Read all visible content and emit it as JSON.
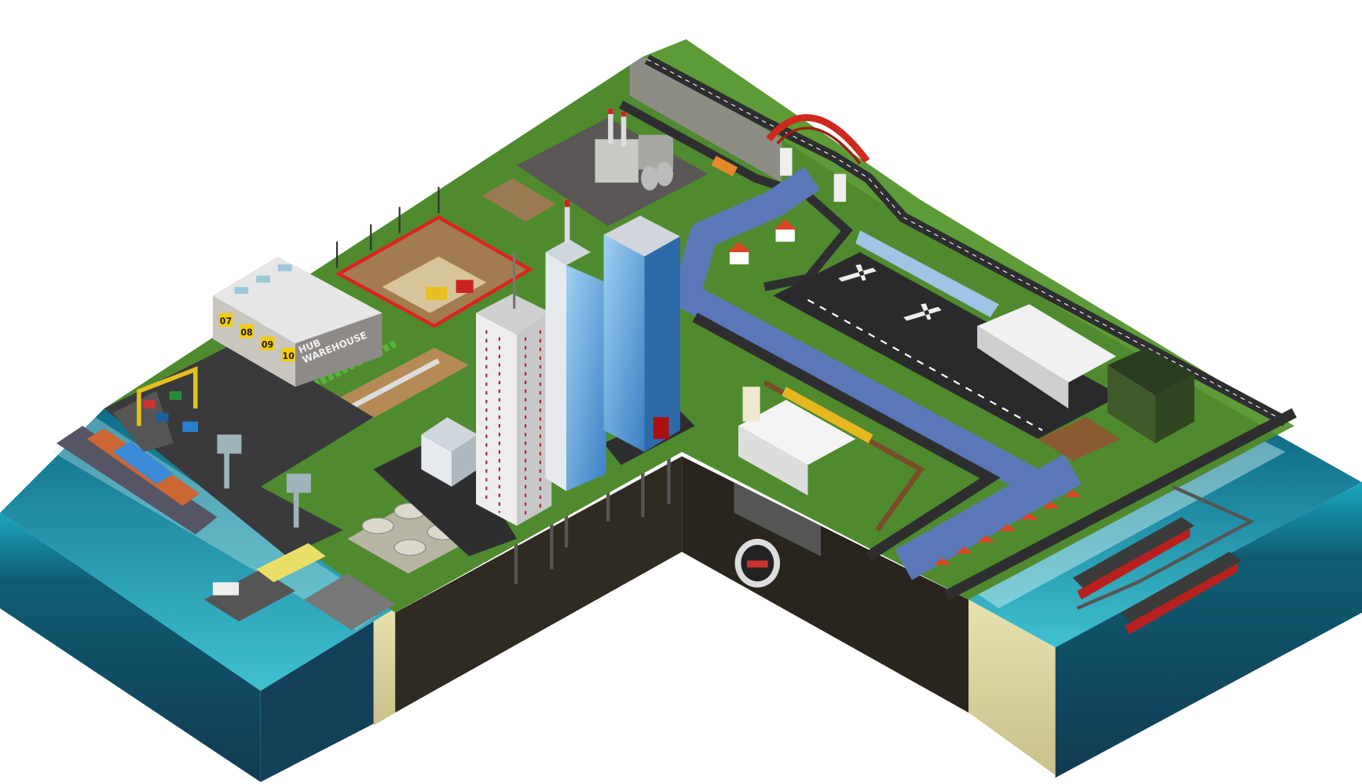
{
  "illustration": {
    "warehouse": {
      "sign_line1": "HUB",
      "sign_line2": "WAREHOUSE",
      "dock_numbers": [
        "07",
        "08",
        "09",
        "10"
      ]
    },
    "colors": {
      "grass": "#4f8a2f",
      "road": "#2e2e30",
      "river": "#5a78b8",
      "sea": "#1d8fa8",
      "soil": "#2f2a22",
      "bridge": "#d0281e"
    }
  }
}
